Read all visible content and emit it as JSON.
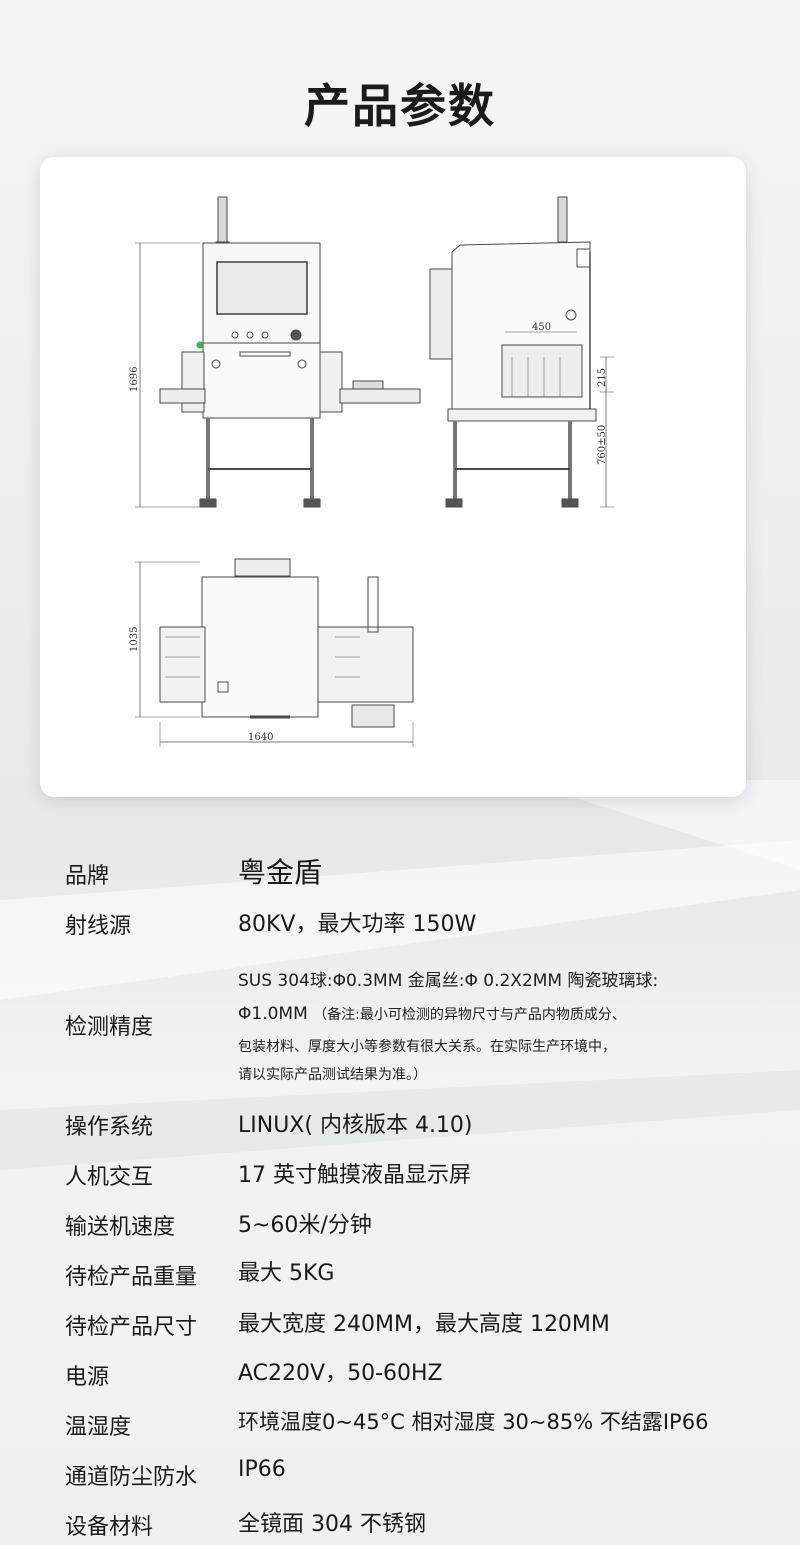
{
  "header": {
    "title": "产品参数"
  },
  "drawing": {
    "dims": {
      "height": "1696",
      "width_450": "450",
      "h215": "215",
      "leg": "760±50",
      "depth": "1035",
      "length": "1640"
    }
  },
  "specs": {
    "brand": {
      "label": "品牌",
      "value": "粤金盾"
    },
    "source": {
      "label": "射线源",
      "value": "80KV，最大功率 150W"
    },
    "precision": {
      "label": "检测精度",
      "line1": "SUS 304球:Φ0.3MM 金属丝:Φ 0.2X2MM 陶瓷玻璃球:",
      "line2_main": "Φ1.0MM",
      "line2_note": "（备注:最小可检测的异物尺寸与产品内物质成分、",
      "line3": "包装材料、厚度大小等参数有很大关系。在实际生产环境中，",
      "line4": "请以实际产品测试结果为准。）"
    },
    "os": {
      "label": "操作系统",
      "value": "LINUX( 内核版本 4.10)"
    },
    "hmi": {
      "label": "人机交互",
      "value": "17 英寸触摸液晶显示屏"
    },
    "speed": {
      "label": "输送机速度",
      "value": "5~60米/分钟"
    },
    "weight": {
      "label": "待检产品重量",
      "value": "最大 5KG"
    },
    "size": {
      "label": "待检产品尺寸",
      "value": "最大宽度 240MM，最大高度 120MM"
    },
    "power": {
      "label": "电源",
      "value": "AC220V，50-60HZ"
    },
    "humidity": {
      "label": "温湿度",
      "value": "环境温度0~45°C  相对湿度 30~85% 不结露IP66"
    },
    "ip": {
      "label": "通道防尘防水",
      "value": "IP66"
    },
    "material": {
      "label": "设备材料",
      "value": "全镜面 304 不锈钢"
    }
  }
}
